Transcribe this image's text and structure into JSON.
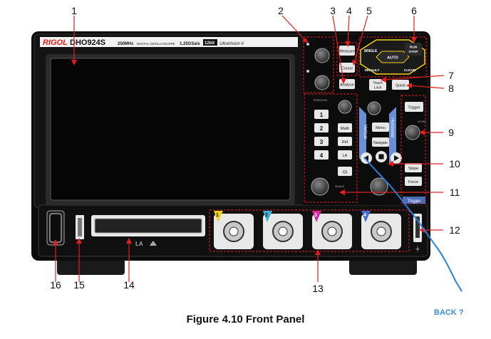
{
  "figure": {
    "caption": "Figure 4.10 Front Panel",
    "back_link": "BACK ?"
  },
  "device": {
    "brand": "RIGOL",
    "model": "DHO924S",
    "bandwidth": "250MHz",
    "spec": "DIGITAL OSCILLOSCOPE",
    "sample_rate": "1.25GSa/s",
    "bits": "12bit",
    "series": "UltraVision II"
  },
  "buttons": {
    "measure": "Measure",
    "cursor": "Cursor",
    "analyse": "Analyse",
    "single": "SINGLE",
    "run_stop_1": "RUN",
    "run_stop_2": "STOP",
    "auto": "AUTO",
    "default": "DEFAULT",
    "clear": "CLEAR",
    "touch_lock_1": "Touch",
    "touch_lock_2": "Lock",
    "quick": "Quick",
    "trigger": "Trigger",
    "menu": "Menu",
    "navigate": "Navigate",
    "slope": "Slope",
    "force": "Force",
    "math": "Math",
    "ref": "Ref",
    "la": "LA",
    "gi": "GI",
    "ch1": "1",
    "ch2": "2",
    "ch3": "3",
    "ch4": "4"
  },
  "labels": {
    "vertical": "Vertical",
    "horizontal": "Horizontal",
    "position": "POSITION",
    "scale": "SCALE",
    "level": "LEVEL",
    "trigger_tab": "Trigger",
    "la_port": "LA"
  },
  "callouts": [
    "1",
    "2",
    "3",
    "4",
    "5",
    "6",
    "7",
    "8",
    "9",
    "10",
    "11",
    "12",
    "13",
    "14",
    "15",
    "16"
  ],
  "colors": {
    "ch1": "#f2d21b",
    "ch2": "#39b3d6",
    "ch3": "#d8249c",
    "ch4": "#3c6fd1",
    "callout_line": "#e02020",
    "annotation": "#2b7fd8",
    "brand": "#e02020"
  }
}
